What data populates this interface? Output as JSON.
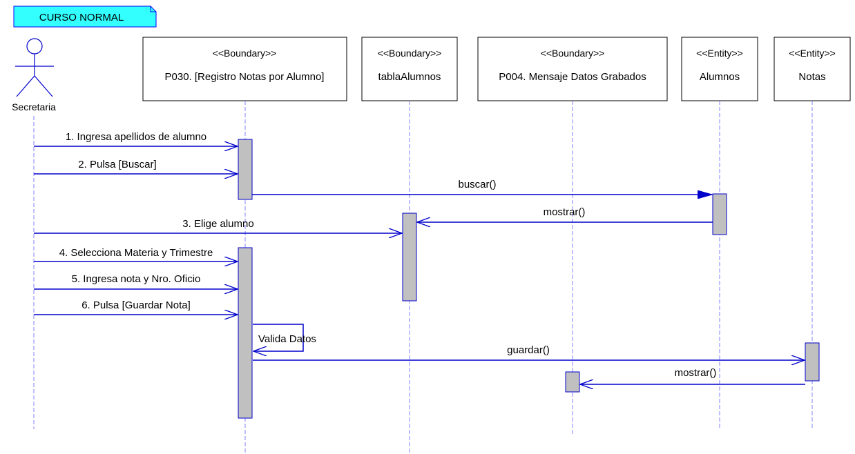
{
  "frame": {
    "label": "CURSO NORMAL"
  },
  "actor": {
    "name": "Secretaria"
  },
  "lifelines": [
    {
      "id": "p030",
      "stereotype": "<<Boundary>>",
      "name": "P030. [Registro Notas por Alumno]"
    },
    {
      "id": "tabla",
      "stereotype": "<<Boundary>>",
      "name": "tablaAlumnos"
    },
    {
      "id": "p004",
      "stereotype": "<<Boundary>>",
      "name": "P004. Mensaje Datos Grabados"
    },
    {
      "id": "alumnos",
      "stereotype": "<<Entity>>",
      "name": "Alumnos"
    },
    {
      "id": "notas",
      "stereotype": "<<Entity>>",
      "name": "Notas"
    }
  ],
  "messages": [
    {
      "from": "secretaria",
      "to": "p030",
      "label": "1. Ingresa apellidos de alumno"
    },
    {
      "from": "secretaria",
      "to": "p030",
      "label": "2. Pulsa [Buscar]"
    },
    {
      "from": "p030",
      "to": "alumnos",
      "label": "buscar()"
    },
    {
      "from": "alumnos",
      "to": "tabla",
      "label": "mostrar()"
    },
    {
      "from": "secretaria",
      "to": "tabla",
      "label": "3. Elige alumno"
    },
    {
      "from": "secretaria",
      "to": "p030",
      "label": "4. Selecciona Materia y Trimestre"
    },
    {
      "from": "secretaria",
      "to": "p030",
      "label": "5. Ingresa nota y Nro. Oficio"
    },
    {
      "from": "secretaria",
      "to": "p030",
      "label": "6. Pulsa [Guardar Nota]"
    },
    {
      "from": "p030",
      "to": "p030",
      "label": "Valida Datos"
    },
    {
      "from": "p030",
      "to": "notas",
      "label": "guardar()"
    },
    {
      "from": "notas",
      "to": "p004",
      "label": "mostrar()"
    }
  ],
  "colors": {
    "frame_fill": "#33ffff",
    "frame_border": "#0000ff",
    "line": "#0000cc",
    "lifeline": "#8080ff",
    "activation": "#c0c0c0",
    "box_border": "#000000"
  }
}
